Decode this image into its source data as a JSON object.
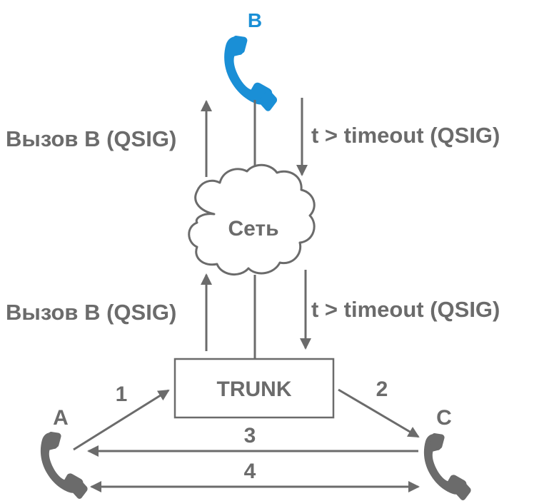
{
  "nodes": {
    "phone_b_label": "B",
    "phone_a_label": "A",
    "phone_c_label": "C",
    "network_label": "Сеть",
    "trunk_label": "TRUNK"
  },
  "edges": {
    "call_upper_label": "Вызов B (QSIG)",
    "call_lower_label": "Вызов B (QSIG)",
    "timeout_upper_label": "t > timeout (QSIG)",
    "timeout_lower_label": "t > timeout (QSIG)",
    "step_1": "1",
    "step_2": "2",
    "step_3": "3",
    "step_4": "4"
  },
  "colors": {
    "gray": "#6b6b6b",
    "blue": "#1a8fd6"
  },
  "icons": {
    "phone_b": "telephone-handset-icon",
    "phone_a": "telephone-handset-icon",
    "phone_c": "telephone-handset-icon",
    "network": "cloud-icon"
  }
}
